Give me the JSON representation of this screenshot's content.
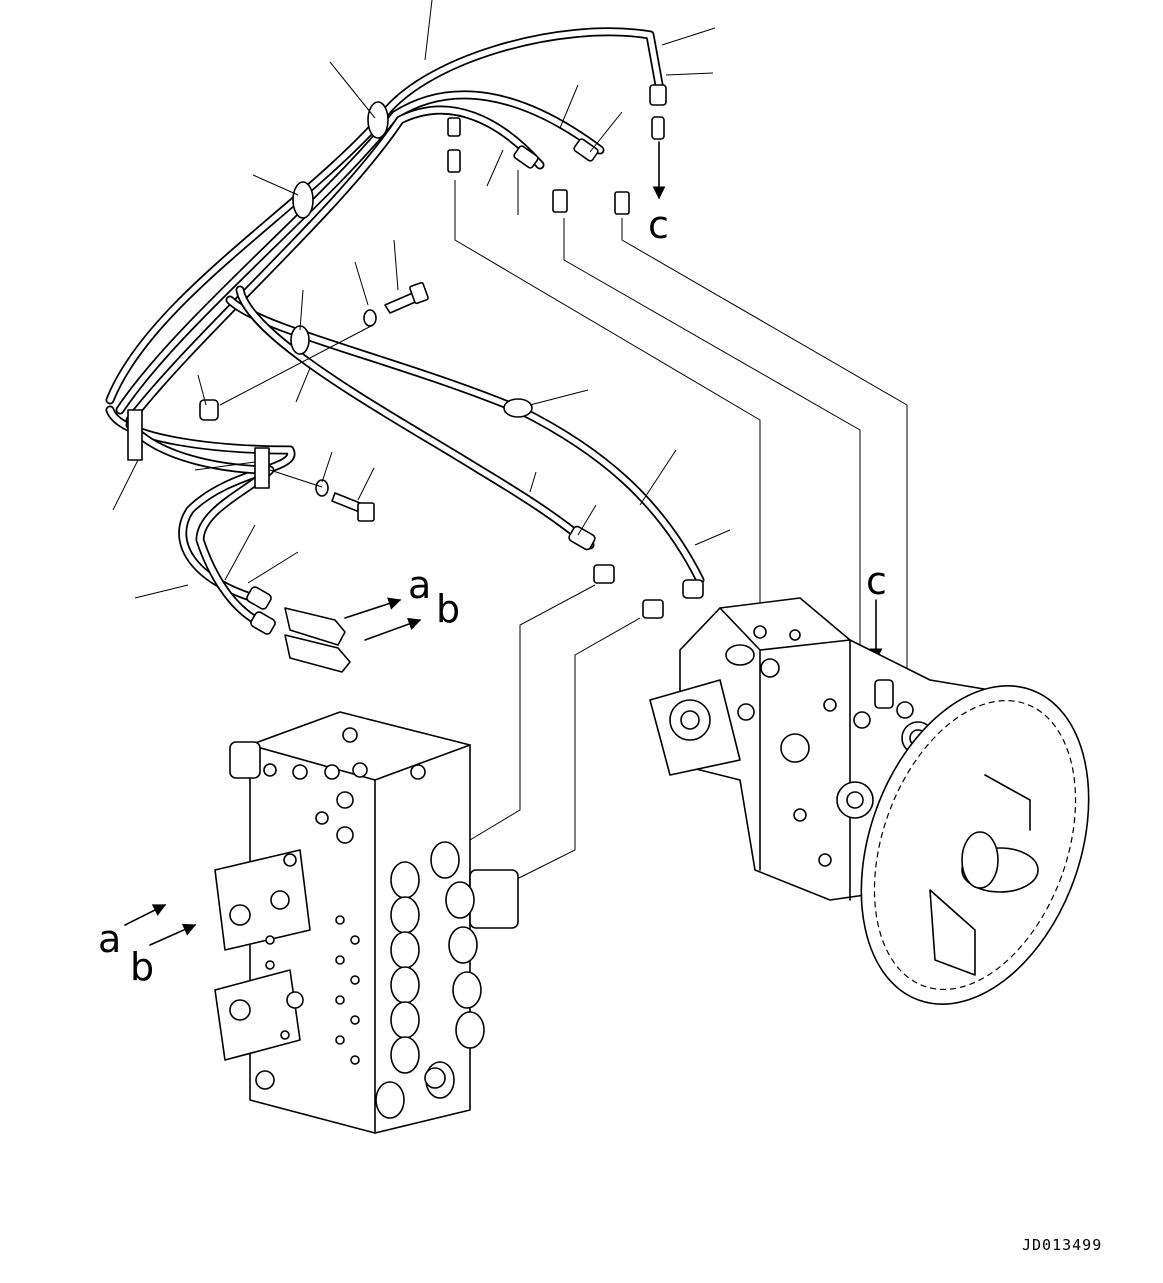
{
  "diagram": {
    "callouts": {
      "a_top": "a",
      "b_top": "b",
      "c_top": "c",
      "c_pump": "c",
      "a_valve": "a",
      "b_valve": "b"
    },
    "drawing_code": "JD013499",
    "icons": [
      "arrow-icon",
      "hose-icon",
      "fitting-icon",
      "clamp-icon",
      "bolt-icon",
      "washer-icon",
      "control-valve-icon",
      "hydraulic-pump-icon"
    ]
  }
}
